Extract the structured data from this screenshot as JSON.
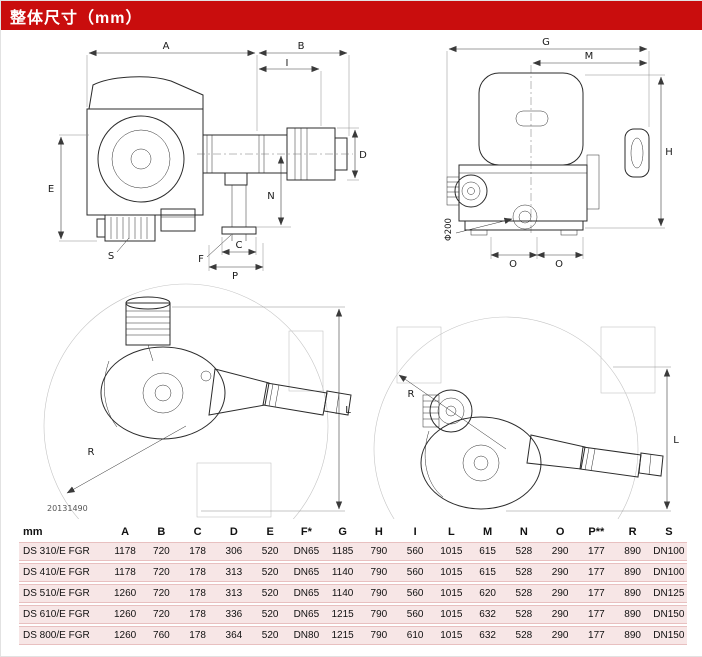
{
  "page": {
    "title": "整体尺寸（mm）",
    "code": "20131490"
  },
  "colors": {
    "header_bg": "#c90d0d",
    "table_row_bg": "#f7e6e6",
    "table_border": "#e8c0c0"
  },
  "dim_labels": {
    "A": "A",
    "B": "B",
    "C": "C",
    "D": "D",
    "E": "E",
    "F": "F",
    "G": "G",
    "H": "H",
    "I": "I",
    "L": "L",
    "M": "M",
    "N": "N",
    "O": "O",
    "P": "P",
    "R": "R",
    "S": "S",
    "phi": "Φ200"
  },
  "table": {
    "unit_header": "mm",
    "columns": [
      "A",
      "B",
      "C",
      "D",
      "E",
      "F*",
      "G",
      "H",
      "I",
      "L",
      "M",
      "N",
      "O",
      "P**",
      "R",
      "S"
    ],
    "rows": [
      {
        "model": "DS 310/E FGR",
        "values": [
          "1178",
          "720",
          "178",
          "306",
          "520",
          "DN65",
          "1185",
          "790",
          "560",
          "1015",
          "615",
          "528",
          "290",
          "177",
          "890",
          "DN100"
        ]
      },
      {
        "model": "DS 410/E FGR",
        "values": [
          "1178",
          "720",
          "178",
          "313",
          "520",
          "DN65",
          "1140",
          "790",
          "560",
          "1015",
          "615",
          "528",
          "290",
          "177",
          "890",
          "DN100"
        ]
      },
      {
        "model": "DS 510/E FGR",
        "values": [
          "1260",
          "720",
          "178",
          "313",
          "520",
          "DN65",
          "1140",
          "790",
          "560",
          "1015",
          "620",
          "528",
          "290",
          "177",
          "890",
          "DN125"
        ]
      },
      {
        "model": "DS 610/E FGR",
        "values": [
          "1260",
          "720",
          "178",
          "336",
          "520",
          "DN65",
          "1215",
          "790",
          "560",
          "1015",
          "632",
          "528",
          "290",
          "177",
          "890",
          "DN150"
        ]
      },
      {
        "model": "DS 800/E FGR",
        "values": [
          "1260",
          "760",
          "178",
          "364",
          "520",
          "DN80",
          "1215",
          "790",
          "610",
          "1015",
          "632",
          "528",
          "290",
          "177",
          "890",
          "DN150"
        ]
      }
    ]
  }
}
